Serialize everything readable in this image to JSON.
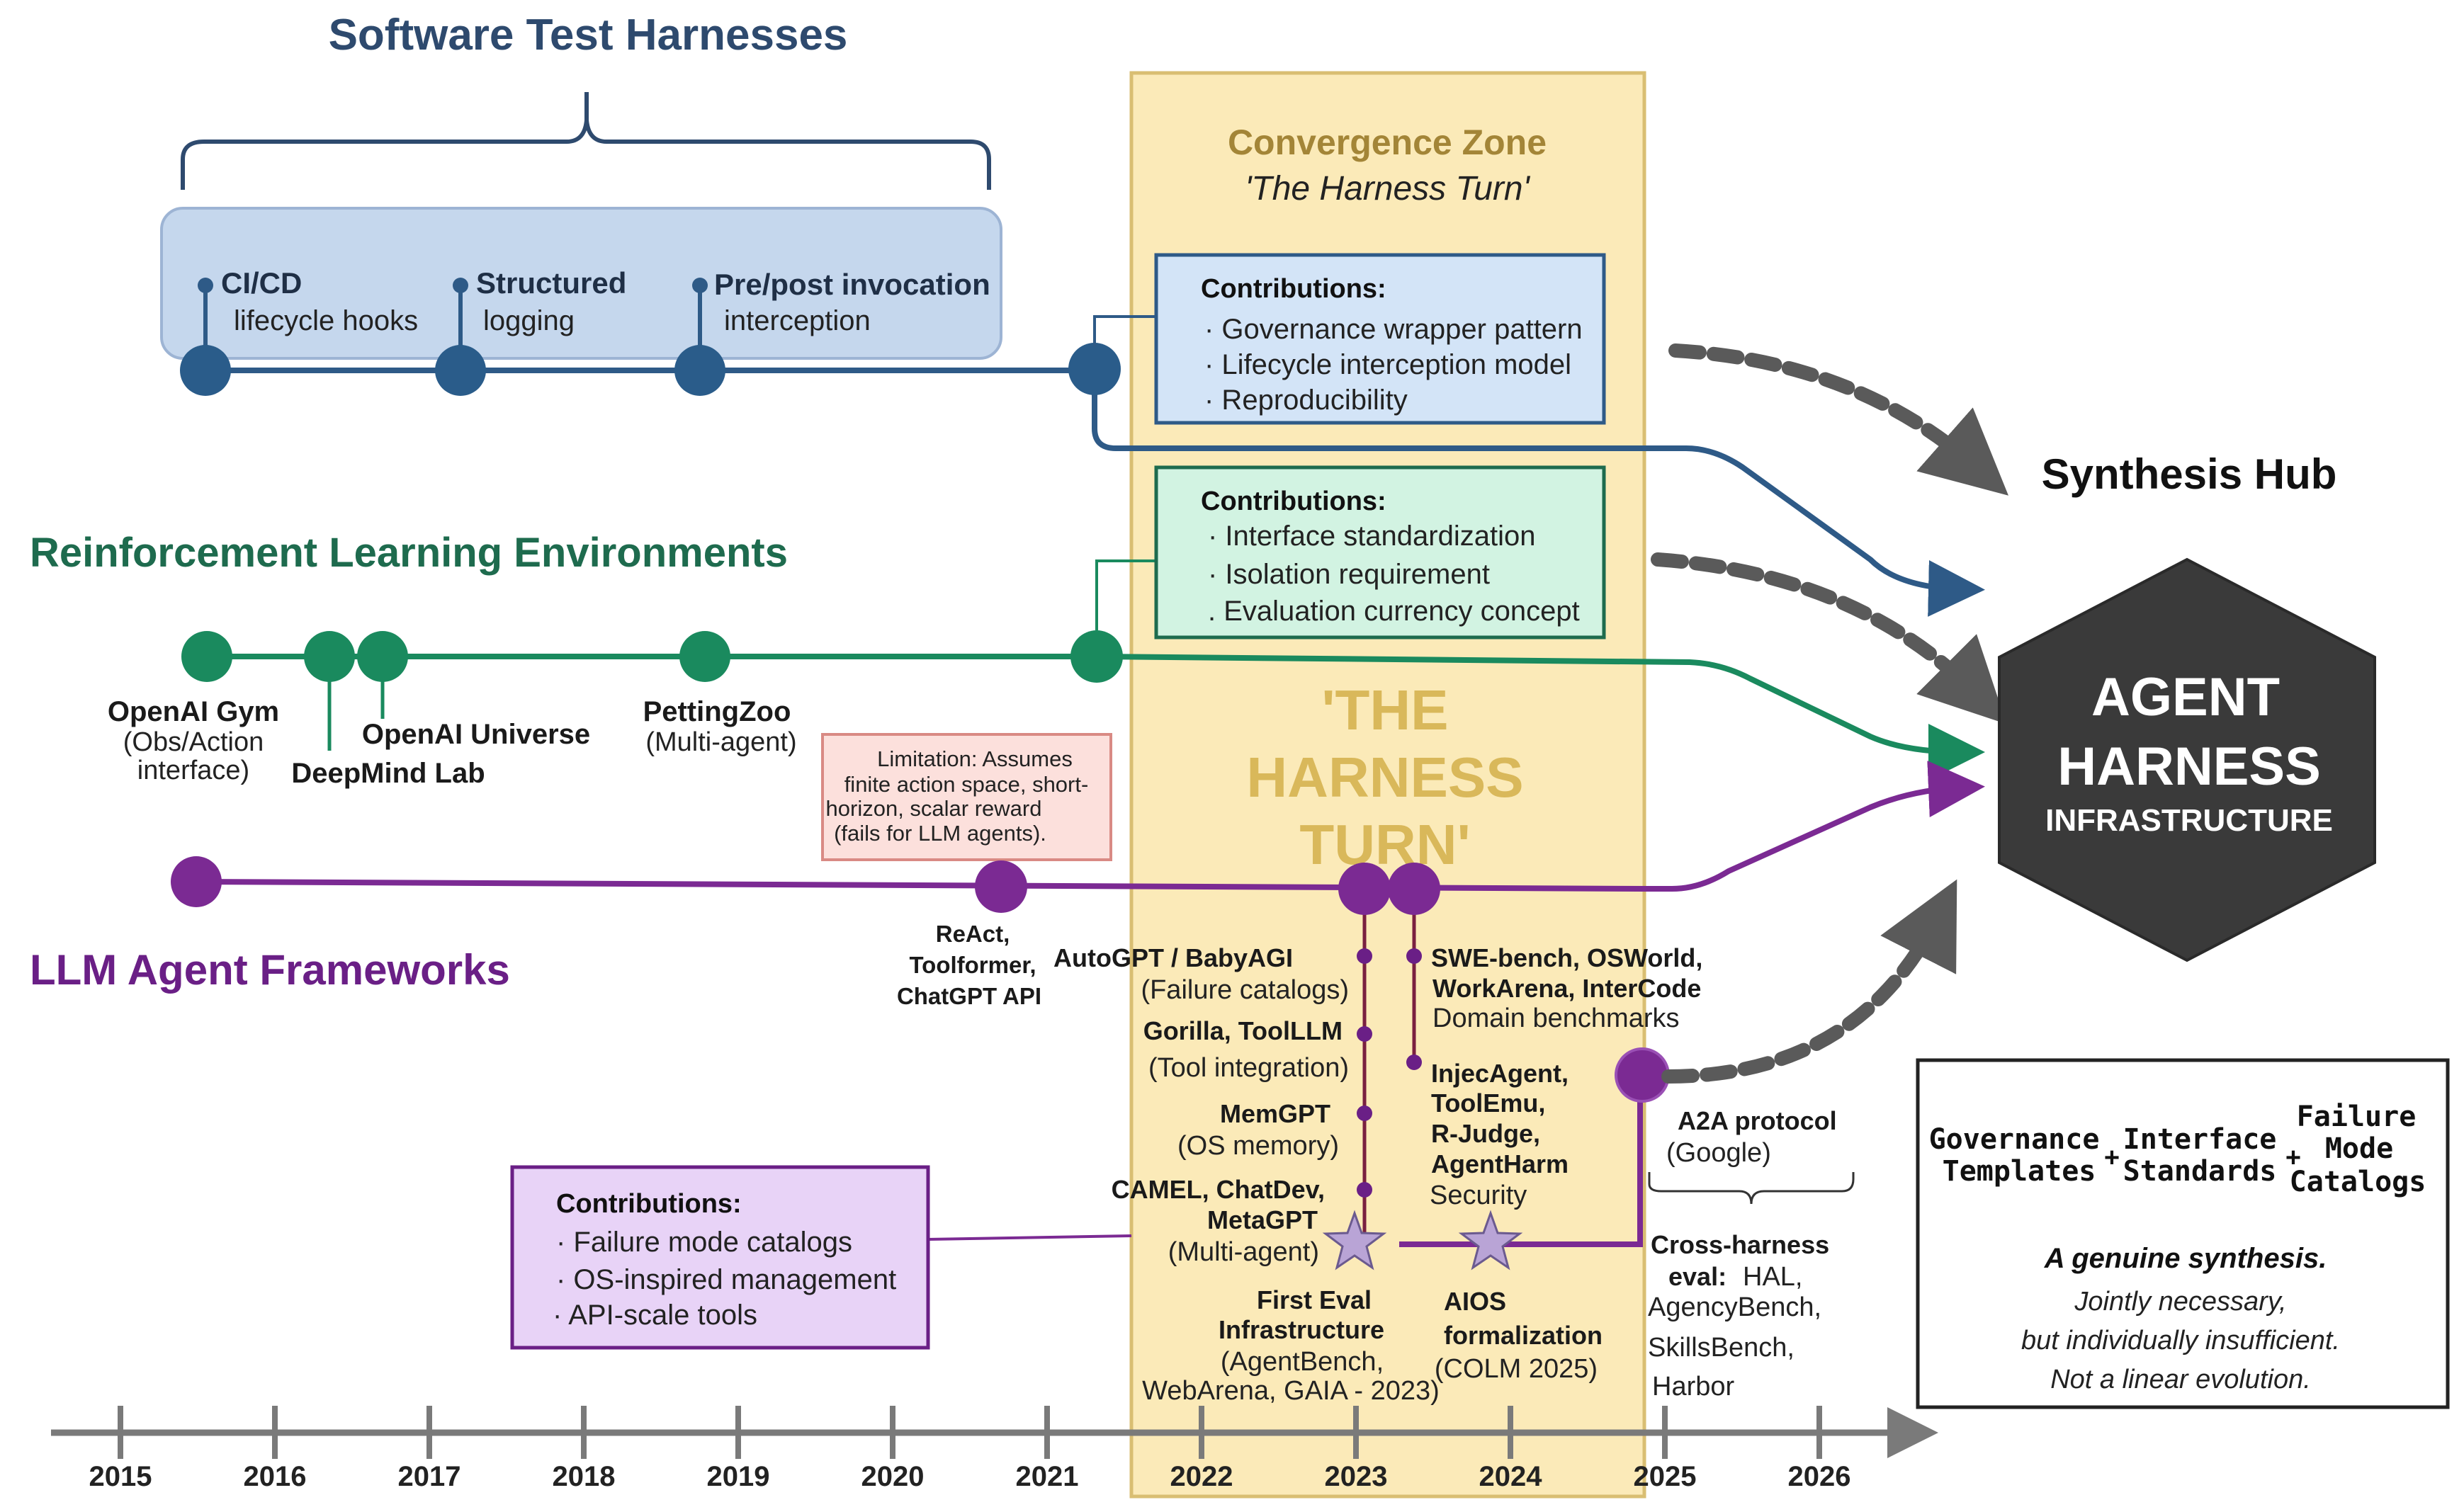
{
  "titles": {
    "software": "Software Test Harnesses",
    "rl": "Reinforcement Learning Environments",
    "llm": "LLM Agent Frameworks",
    "synthesis_hub": "Synthesis Hub"
  },
  "colors": {
    "software": "#2E5A87",
    "software_dark": "#1F4E79",
    "rl": "#1A8A5E",
    "rl_dark": "#1E6B4E",
    "llm": "#7B2A93",
    "llm_dark": "#6A1F86",
    "zone_fill": "#FBEAB8",
    "zone_border": "#D9BE72",
    "zone_title": "#A38537",
    "hub_fill": "#3A3A3A",
    "dashed_arrow": "#5A5A5A",
    "axis": "#7A7A7A"
  },
  "software": {
    "nodes": [
      {
        "title": "CI/CD",
        "subtitle": "lifecycle hooks"
      },
      {
        "title": "Structured",
        "subtitle": "logging"
      },
      {
        "title": "Pre/post invocation",
        "subtitle": "interception"
      }
    ]
  },
  "rl": {
    "labels": {
      "gym_title": "OpenAI Gym",
      "gym_sub1": "(Obs/Action",
      "gym_sub2": "interface)",
      "deepmind": "DeepMind Lab",
      "universe": "OpenAI Universe",
      "pettingzoo": "PettingZoo",
      "pettingzoo_sub": "(Multi-agent)"
    }
  },
  "limitation": {
    "lines": [
      "Limitation: Assumes",
      "finite action space, short-",
      "horizon, scalar reward",
      "(fails for LLM agents)."
    ]
  },
  "llm": {
    "react_lines": [
      "ReAct,",
      "Toolformer,",
      "ChatGPT API"
    ]
  },
  "zone": {
    "title": "Convergence Zone",
    "subtitle": "'The Harness Turn'",
    "big_lines": [
      "'THE",
      "HARNESS",
      "TURN'"
    ]
  },
  "contrib_software": {
    "heading": "Contributions:",
    "items": [
      "· Governance wrapper pattern",
      "· Lifecycle interception model",
      "· Reproducibility"
    ]
  },
  "contrib_rl": {
    "heading": "Contributions:",
    "items": [
      "· Interface standardization",
      "· Isolation requirement",
      ". Evaluation currency concept"
    ]
  },
  "contrib_llm": {
    "heading": "Contributions:",
    "items": [
      "· Failure mode catalogs",
      "· OS-inspired management",
      "· API-scale tools"
    ]
  },
  "llm_left_branch": [
    {
      "title": "AutoGPT / BabyAGI",
      "sub": "(Failure catalogs)"
    },
    {
      "title": "Gorilla, ToolLLM",
      "sub": "(Tool integration)"
    },
    {
      "title": "MemGPT",
      "sub": "(OS memory)"
    },
    {
      "title": "CAMEL, ChatDev,",
      "title2": "MetaGPT",
      "sub": "(Multi-agent)"
    }
  ],
  "llm_right_branch": {
    "benchmarks_lines": [
      "SWE-bench, OSWorld,",
      "WorkArena, InterCode"
    ],
    "benchmarks_sub": "Domain benchmarks",
    "security_lines": [
      "InjecAgent,",
      "ToolEmu,",
      "R-Judge,",
      "AgentHarm"
    ],
    "security_sub": "Security"
  },
  "stars": {
    "first_eval_lines": [
      "First Eval",
      "Infrastructure"
    ],
    "first_eval_sub": [
      "(AgentBench,",
      "WebArena, GAIA - 2023)"
    ],
    "aios_lines": [
      "AIOS",
      "formalization"
    ],
    "aios_sub": "(COLM 2025)"
  },
  "a2a": {
    "title": "A2A protocol",
    "sub": "(Google)",
    "cross_title1": "Cross-harness",
    "cross_title2": "eval:",
    "cross_rest": [
      "HAL,",
      "AgencyBench,",
      "SkillsBench,",
      "Harbor"
    ]
  },
  "hub": {
    "line1": "AGENT",
    "line2": "HARNESS",
    "line3": "INFRASTRUCTURE"
  },
  "synthesis_box": {
    "col1": [
      "Governance",
      "Templates"
    ],
    "col2": [
      "Interface",
      "Standards"
    ],
    "col3": [
      "Failure",
      "Mode",
      "Catalogs"
    ],
    "plus": "+",
    "headline": "A genuine synthesis.",
    "body": [
      "Jointly necessary,",
      "but individually insufficient.",
      "Not a linear evolution."
    ]
  },
  "axis": {
    "years": [
      "2015",
      "2016",
      "2017",
      "2018",
      "2019",
      "2020",
      "2021",
      "2022",
      "2023",
      "2024",
      "2025",
      "2026"
    ]
  }
}
